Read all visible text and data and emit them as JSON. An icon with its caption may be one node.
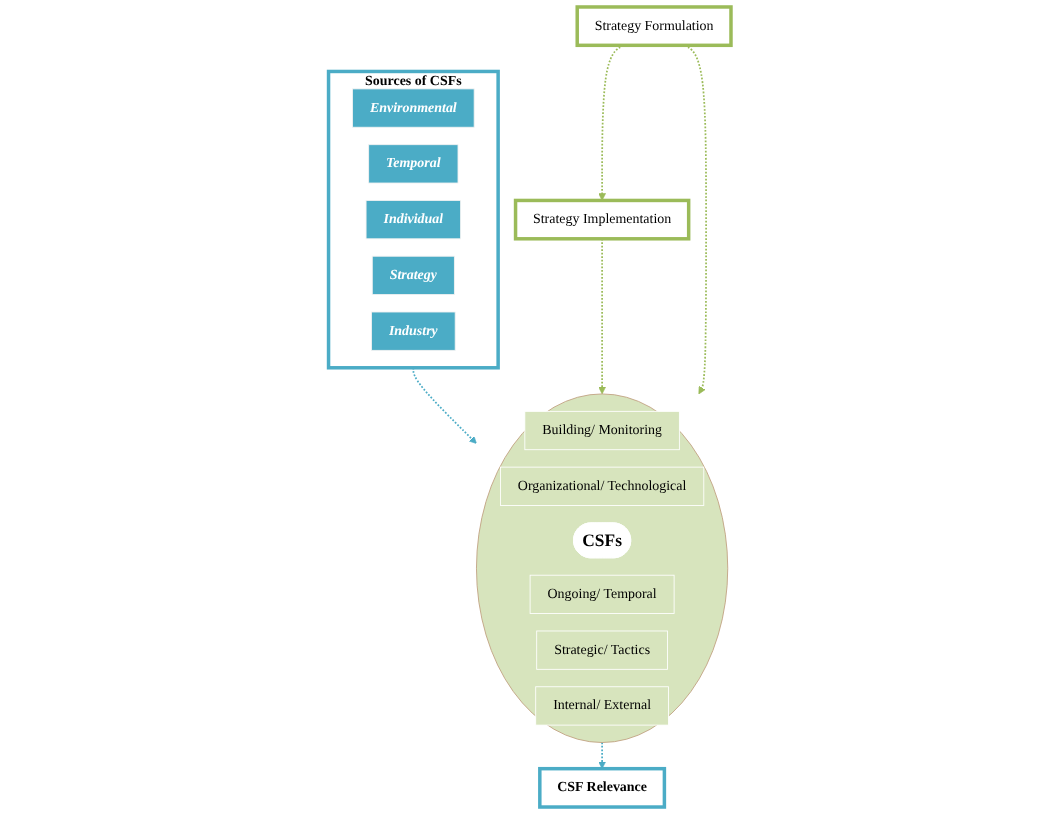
{
  "diagram": {
    "nodes": [
      {
        "text": [
          "Sources of CSFs"
        ]
      },
      {
        "text": [
          "Environmental"
        ],
        "in": 0
      },
      {
        "text": [
          "Temporal"
        ],
        "in": 0
      },
      {
        "text": [
          "Individual"
        ],
        "in": 0
      },
      {
        "text": [
          "Strategy"
        ],
        "in": 0
      },
      {
        "text": [
          "Industry"
        ],
        "in": 0
      },
      {
        "text": [
          "Strategy Implementation"
        ]
      },
      {
        "text": [],
        "shape": "circle"
      },
      {
        "text": [
          "Building/ Monitoring"
        ],
        "in": 7
      },
      {
        "text": [
          "Organizational/ Technological"
        ],
        "in": 7
      },
      {
        "text": [
          "CSFs"
        ],
        "in": 7
      },
      {
        "text": [
          "Ongoing/ Temporal"
        ],
        "in": 7
      },
      {
        "text": [
          "Strategic/ Tactics"
        ],
        "in": 7
      },
      {
        "text": [
          "Internal/ External"
        ],
        "in": 7
      },
      {
        "text": [
          "Strategy Formulation"
        ]
      },
      {
        "text": [
          "CSF Relevance"
        ]
      }
    ],
    "edges": [
      {
        "from": 0,
        "to": 7,
        "arrow": "to",
        "style": "dashed",
        "color": "#4bacc6"
      },
      {
        "from": 6,
        "to": 7,
        "arrow": "to",
        "style": "dashed"
      },
      {
        "from": 14,
        "to": 7,
        "arrow": "to",
        "style": "dashed"
      },
      {
        "from": 14,
        "to": 6,
        "arrow": "to",
        "style": "dashed"
      },
      {
        "from": 7,
        "to": 15,
        "arrow": "to",
        "style": "dashed",
        "color": "#4bacc6"
      }
    ]
  }
}
